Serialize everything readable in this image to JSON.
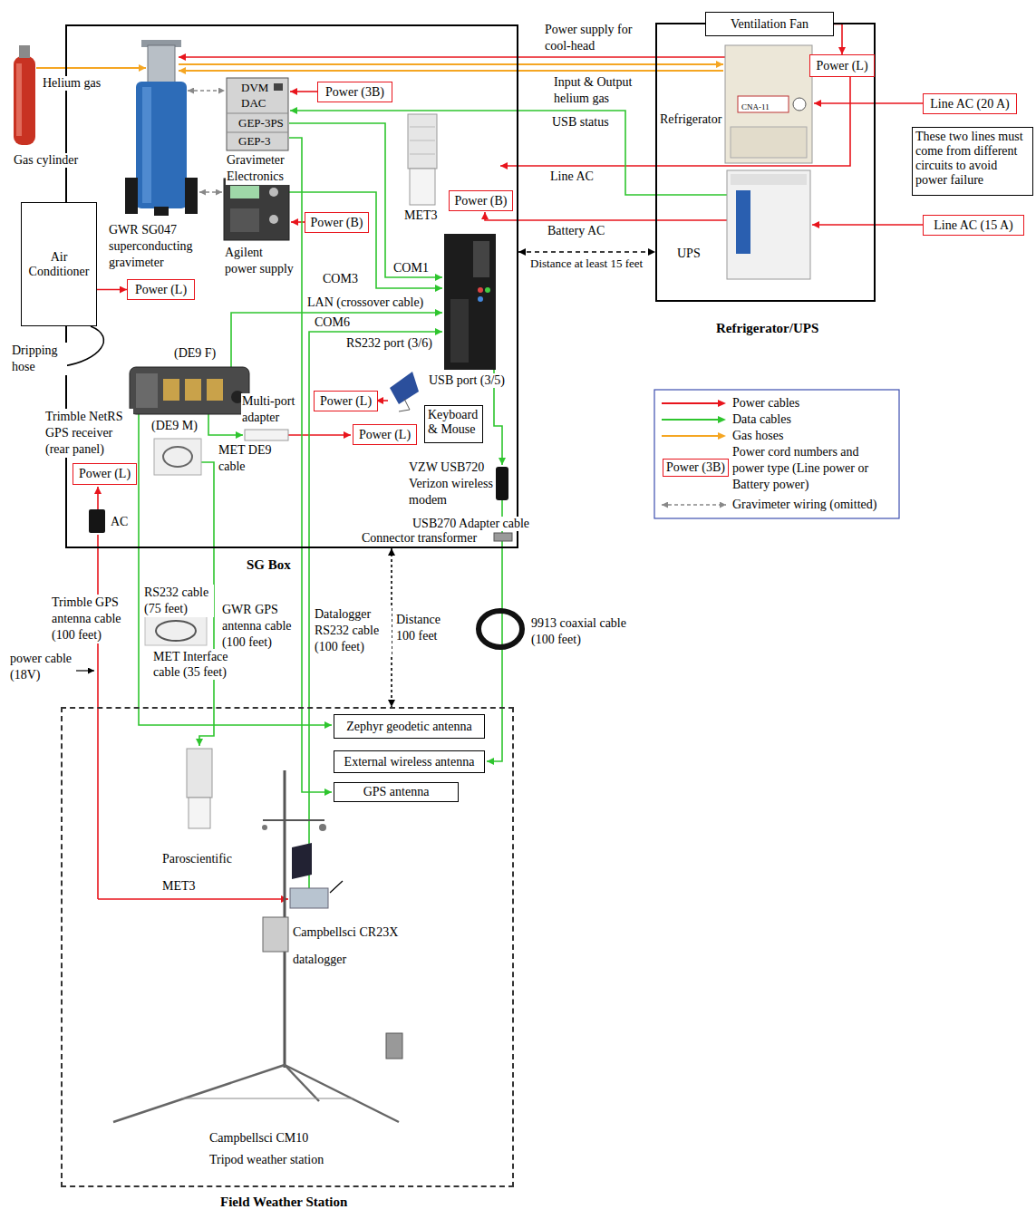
{
  "diagram": {
    "nodes": [
      {
        "text": [
          "Ventilation Fan"
        ]
      },
      {
        "text": [
          "SG Box"
        ]
      },
      {
        "text": [
          "Power (3B)"
        ],
        "in": 1
      },
      {
        "text": [
          "Power (B)"
        ],
        "in": 1
      },
      {
        "text": [
          "Air Conditioner"
        ]
      },
      {
        "text": [
          "Power (B)"
        ],
        "in": 1
      },
      {
        "text": [
          "Power (L)"
        ],
        "in": 1
      },
      {
        "text": [
          "Power (L)"
        ],
        "in": 1
      },
      {
        "text": [
          "Keyboard & Mouse"
        ],
        "in": 1
      },
      {
        "text": [
          "Power (L)"
        ],
        "in": 1
      },
      {
        "text": [
          "Power (L)"
        ],
        "in": 1
      },
      {
        "text": [
          "Refrigerator/UPS"
        ]
      },
      {
        "text": [
          "Power (L)"
        ],
        "in": 11
      },
      {
        "text": [
          "Line AC (20 A)"
        ]
      },
      {
        "text": [
          "These two lines must come from different circuits to avoid power failure"
        ]
      },
      {
        "text": [
          "Line AC (15 A)"
        ]
      },
      {
        "text": [
          "Field Weather Station"
        ]
      },
      {
        "text": [
          "Zephyr geodetic antenna"
        ],
        "in": 16
      },
      {
        "text": [
          "External wireless antenna"
        ],
        "in": 16
      },
      {
        "text": [
          "GPS antenna"
        ],
        "in": 16
      }
    ],
    "edges": [
      {
        "from": 0,
        "to": 12,
        "arrow": "to"
      },
      {
        "from": 4,
        "to": 6,
        "arrow": "to"
      },
      {
        "from": 1,
        "to": 11,
        "label": "Distance at least 15 feet",
        "arrow": "both"
      },
      {
        "from": 1,
        "to": 16,
        "label": "Distance 100 feet",
        "arrow": "both"
      }
    ],
    "labels": [
      "Helium gas",
      "Gas cylinder",
      "DVM",
      "DAC",
      "GEP-3PS",
      "GEP-3",
      "Gravimeter Electronics",
      "Power supply for cool-head",
      "Input & Output helium gas",
      "Refrigerator",
      "CNA-11",
      "USB status",
      "Line AC",
      "Battery AC",
      "UPS",
      "MET3",
      "GWR SG047 superconducting gravimeter",
      "Agilent power supply",
      "COM3",
      "COM1",
      "LAN (crossover cable)",
      "COM6",
      "RS232 port (3/6)",
      "Dripping hose",
      "(DE9 F)",
      "Trimble NetRS GPS receiver (rear panel)",
      "(DE9 M)",
      "Multi-port adapter",
      "USB port (3/5)",
      "MET DE9 cable",
      "VZW USB720 Verizon wireless modem",
      "AC",
      "USB270 Adapter cable",
      "Connector transformer",
      "Trimble GPS antenna cable (100 feet)",
      "RS232 cable (75 feet)",
      "GWR GPS antenna cable (100 feet)",
      "MET Interface cable (35 feet)",
      "power cable (18V)",
      "Datalogger RS232 cable (100 feet)",
      "9913 coaxial cable (100 feet)",
      "Paroscientific",
      "MET3",
      "Campbellsci CR23X datalogger",
      "Campbellsci CM10 Tripod weather station",
      "Power (3B)"
    ],
    "legend": [
      {
        "text": "Power cables",
        "color": "#e8141c"
      },
      {
        "text": "Data cables",
        "color": "#2ec52e"
      },
      {
        "text": "Gas hoses",
        "color": "#f5a623"
      },
      {
        "text": "Power cord numbers and power type (Line power or Battery power)"
      },
      {
        "text": "Gravimeter wiring (omitted)"
      }
    ]
  }
}
